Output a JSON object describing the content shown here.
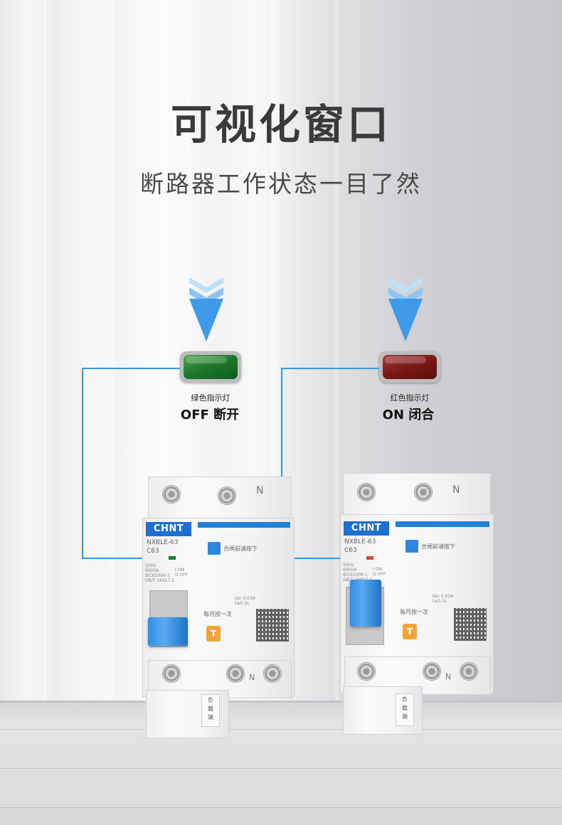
{
  "header": {
    "title": "可视化窗口",
    "subtitle": "断路器工作状态一目了然"
  },
  "indicators": [
    {
      "label": "绿色指示灯",
      "state": "OFF 断开",
      "color": "#1f7a2d"
    },
    {
      "label": "红色指示灯",
      "state": "ON 闭合",
      "color": "#7a1717"
    }
  ],
  "breaker": {
    "brand": "CHNT",
    "model": "NXBLE-63",
    "rating": "C63",
    "neutral": "N",
    "close_hint": "合闸前请按下",
    "monthly_hint": "每月按一次",
    "test_key": "T",
    "specs": "50Hz\n6000A\nIEC61009-1\nGB/T 16917.1",
    "on_off": "I ON\nO OFF",
    "residual": "IΔn 0.03A\nt≤0.1s",
    "load_tag": "负\n载\n端"
  },
  "colors": {
    "accent_blue": "#1f82d6",
    "arrow_blue": "#3d9be9",
    "wire_blue": "#3399e6",
    "test_orange": "#f4a23a"
  }
}
